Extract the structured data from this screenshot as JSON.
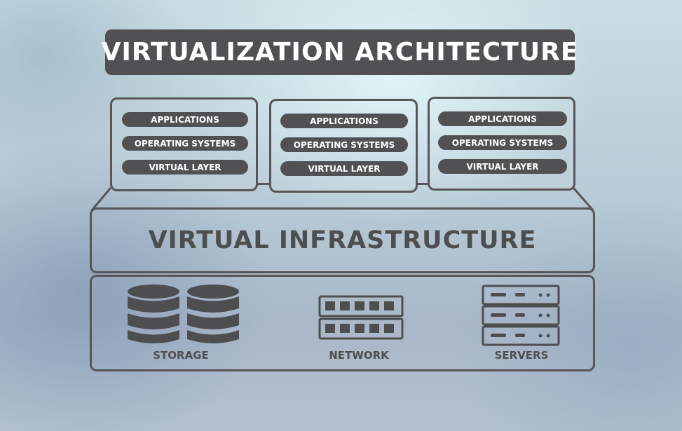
{
  "title": "VIRTUALIZATION ARCHITECTURE",
  "vms": [
    {
      "layers": [
        "APPLICATIONS",
        "OPERATING SYSTEMS",
        "VIRTUAL LAYER"
      ]
    },
    {
      "layers": [
        "APPLICATIONS",
        "OPERATING SYSTEMS",
        "VIRTUAL LAYER"
      ]
    },
    {
      "layers": [
        "APPLICATIONS",
        "OPERATING SYSTEMS",
        "VIRTUAL LAYER"
      ]
    }
  ],
  "infrastructure": {
    "label": "VIRTUAL INFRASTRUCTURE"
  },
  "resources": [
    {
      "label": "STORAGE",
      "icon": "database-icon"
    },
    {
      "label": "NETWORK",
      "icon": "network-switch-icon"
    },
    {
      "label": "SERVERS",
      "icon": "server-rack-icon"
    }
  ],
  "colors": {
    "dark": "#505153",
    "outline": "#565658",
    "text_light": "#ffffff",
    "text_dark": "#4d4e50"
  }
}
